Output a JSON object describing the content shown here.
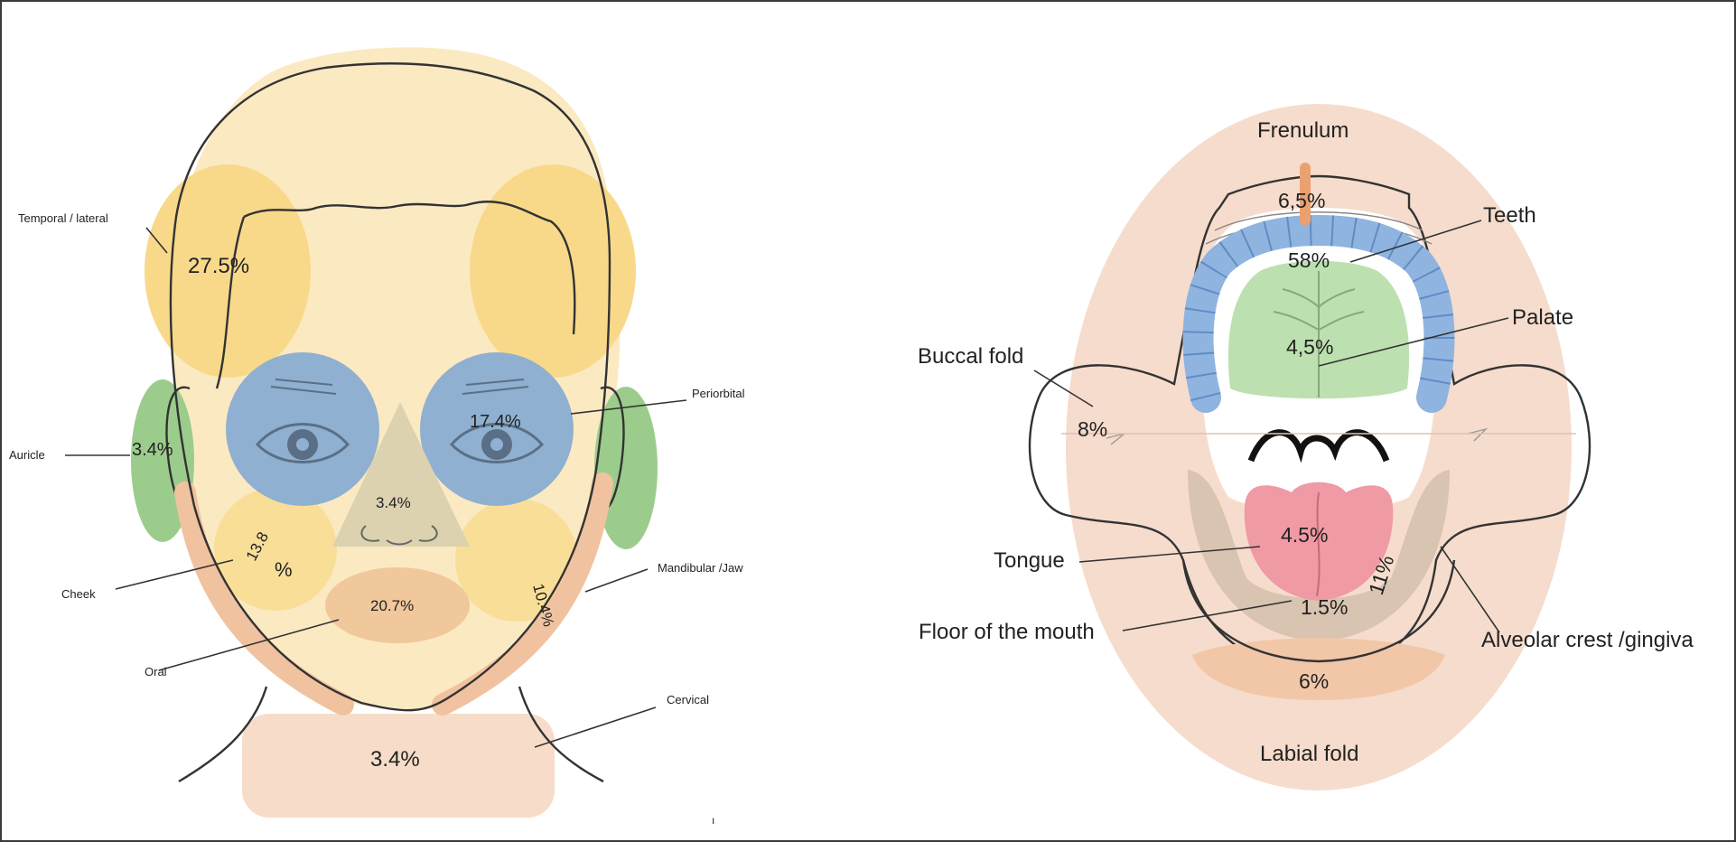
{
  "face_diagram": {
    "labels": {
      "temporal": "Temporal / lateral",
      "auricle": "Auricle",
      "cheek": "Cheek",
      "oral": "Oral",
      "periorbital": "Periorbital",
      "mandibular": "Mandibular /Jaw",
      "cervical": "Cervical"
    },
    "values": {
      "temporal": "27.5%",
      "auricle": "3.4%",
      "periorbital": "17.4%",
      "nasal": "3.4%",
      "cheek_number": "13.8",
      "cheek_percent": "%",
      "oral": "20.7%",
      "mandibular": "10.4%",
      "cervical": "3.4%"
    }
  },
  "mouth_diagram": {
    "labels": {
      "frenulum": "Frenulum",
      "teeth": "Teeth",
      "palate": "Palate",
      "buccal_fold": "Buccal fold",
      "tongue": "Tongue",
      "floor": "Floor of the mouth",
      "alveolar": "Alveolar crest /gingiva",
      "labial_fold": "Labial fold"
    },
    "values": {
      "frenulum": "6,5%",
      "teeth": "58%",
      "palate": "4,5%",
      "buccal_fold": "8%",
      "tongue": "4.5%",
      "floor": "1.5%",
      "alveolar": "11%",
      "labial_fold": "6%"
    }
  },
  "colors": {
    "face_skin": "#fbe9c2",
    "yellow_region": "#f8d98a",
    "blue_region": "#8fb0d0",
    "green_region": "#9ccc8c",
    "orange_region": "#f0c89c",
    "nose_region": "#dcd2b0",
    "cervical_region": "#f7ddc9",
    "mouth_oval": "#f6dccc",
    "teeth_blue": "#8fb4e0",
    "palate_green": "#bde0b0",
    "tongue_pink": "#ef9aa5",
    "gum_tan": "#d9c3b1"
  }
}
